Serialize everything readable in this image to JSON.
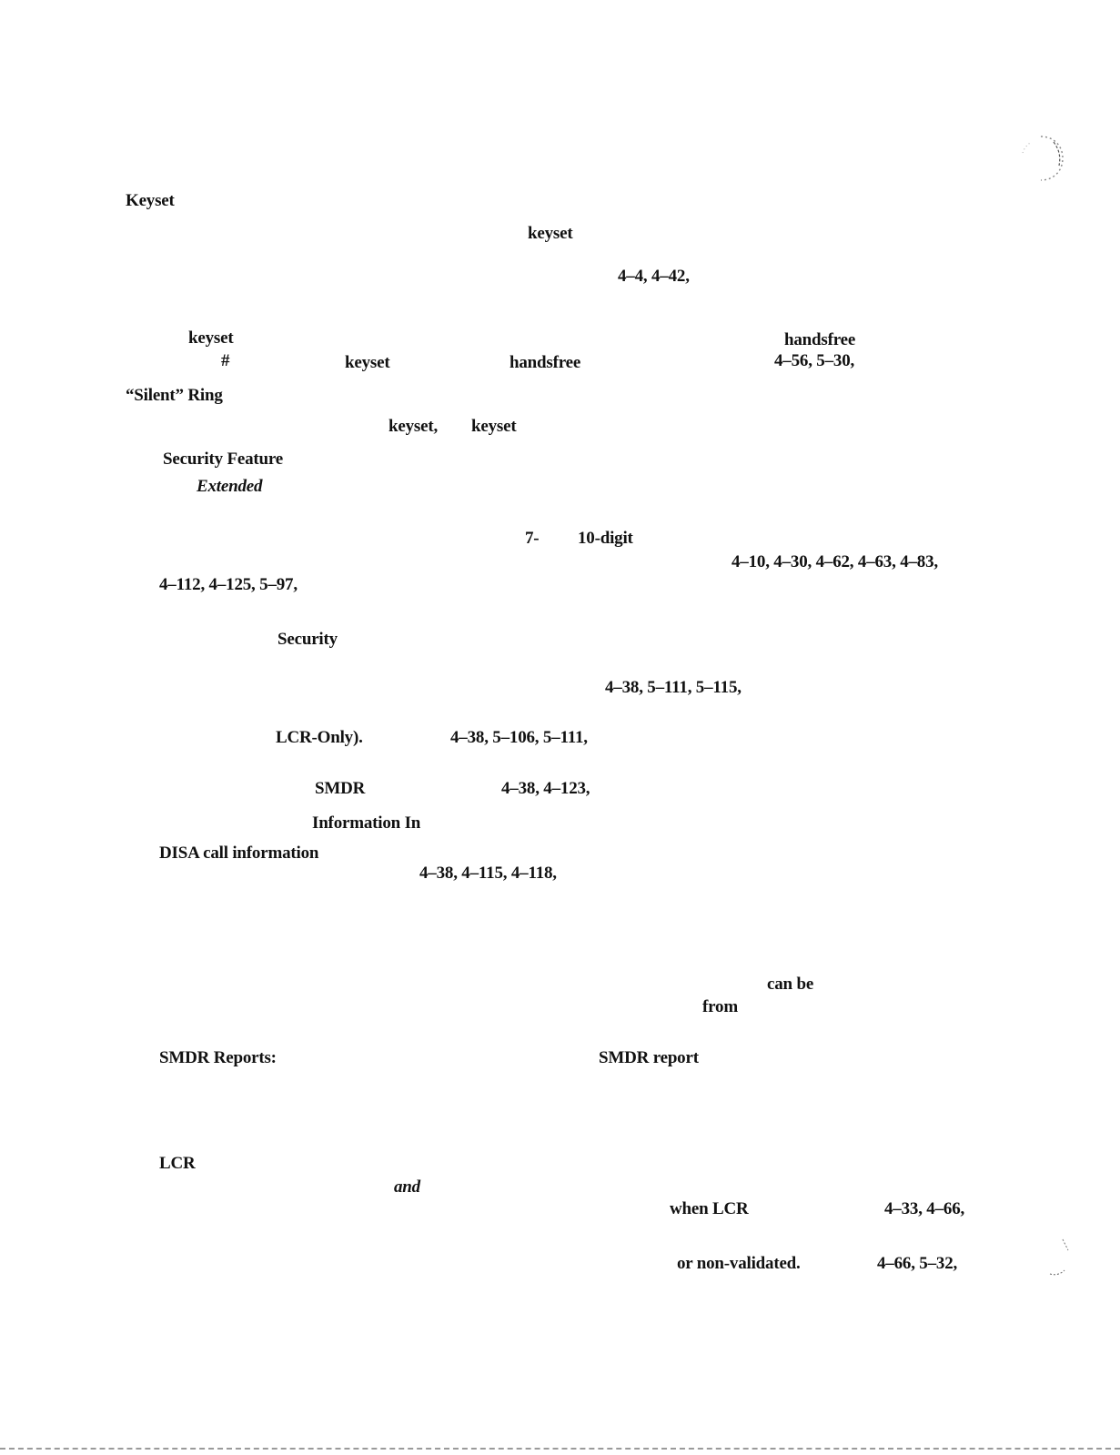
{
  "fragments": [
    {
      "id": "keyset-heading",
      "text": "Keyset"
    },
    {
      "id": "keyset-1",
      "text": "keyset"
    },
    {
      "id": "pages-4-4",
      "text": "4–4, 4–42,"
    },
    {
      "id": "keyset-2",
      "text": "keyset"
    },
    {
      "id": "handsfree-1",
      "text": "handsfree"
    },
    {
      "id": "hash",
      "text": "#"
    },
    {
      "id": "keyset-3",
      "text": "keyset"
    },
    {
      "id": "handsfree-2",
      "text": "handsfree"
    },
    {
      "id": "pages-4-56",
      "text": "4–56, 5–30,"
    },
    {
      "id": "silent-ring-heading",
      "text": "“Silent” Ring"
    },
    {
      "id": "keyset-4",
      "text": "keyset,"
    },
    {
      "id": "keyset-5",
      "text": "keyset"
    },
    {
      "id": "security-feature-heading",
      "text": "Security Feature"
    },
    {
      "id": "extended",
      "text": "Extended"
    },
    {
      "id": "seven",
      "text": "7-"
    },
    {
      "id": "ten-digit",
      "text": "10-digit"
    },
    {
      "id": "pages-4-10",
      "text": "4–10, 4–30, 4–62, 4–63, 4–83,"
    },
    {
      "id": "pages-4-112",
      "text": "4–112, 4–125, 5–97,"
    },
    {
      "id": "security-2",
      "text": "Security"
    },
    {
      "id": "pages-4-38-a",
      "text": "4–38, 5–111, 5–115,"
    },
    {
      "id": "lcr-only",
      "text": "LCR-Only)."
    },
    {
      "id": "pages-4-38-b",
      "text": "4–38, 5–106, 5–111,"
    },
    {
      "id": "smdr-1",
      "text": "SMDR"
    },
    {
      "id": "pages-4-38-c",
      "text": "4–38, 4–123,"
    },
    {
      "id": "information-in",
      "text": "Information In"
    },
    {
      "id": "disa-call-information",
      "text": "DISA call information"
    },
    {
      "id": "pages-4-38-d",
      "text": "4–38, 4–115, 4–118,"
    },
    {
      "id": "can-be",
      "text": "can be"
    },
    {
      "id": "from",
      "text": "from"
    },
    {
      "id": "smdr-reports",
      "text": "SMDR Reports:"
    },
    {
      "id": "smdr-report",
      "text": "SMDR report"
    },
    {
      "id": "lcr-heading",
      "text": "LCR"
    },
    {
      "id": "and",
      "text": "and"
    },
    {
      "id": "when-lcr",
      "text": "when LCR"
    },
    {
      "id": "pages-4-33",
      "text": "4–33, 4–66,"
    },
    {
      "id": "or-non-validated",
      "text": "or non-validated."
    },
    {
      "id": "pages-4-66",
      "text": "4–66, 5–32,"
    }
  ]
}
